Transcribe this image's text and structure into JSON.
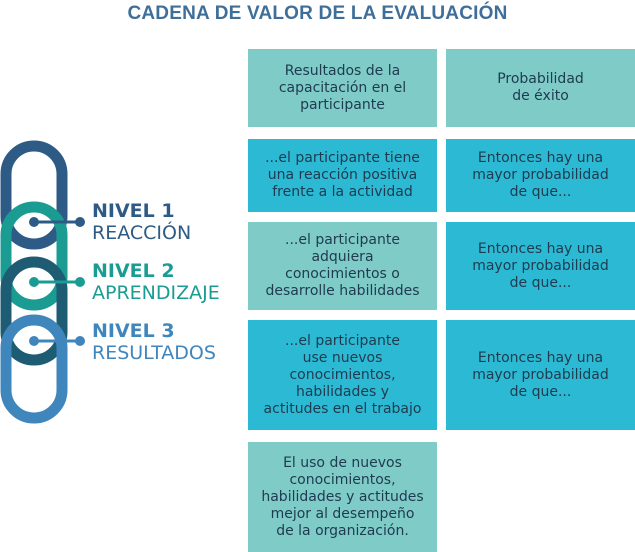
{
  "title": "CADENA DE VALOR DE LA EVALUACIÓN",
  "levels": [
    {
      "num": "NIVEL 1",
      "name": "REACCIÓN"
    },
    {
      "num": "NIVEL 2",
      "name": "APRENDIZAJE"
    },
    {
      "num": "NIVEL 3",
      "name": "RESULTADOS"
    }
  ],
  "colors": {
    "title": "#3f6f99",
    "link_level1": "#2e5b86",
    "link_level2": "#1a9c93",
    "link_dark": "#1e5c73",
    "link_level3": "#3f86bd",
    "box_teal": "#7ecbc8",
    "box_cyan": "#2cb9d4"
  },
  "cells": {
    "r1c1": "Resultados de la\ncapacitación en el\nparticipante",
    "r1c2": "Probabilidad\nde éxito",
    "r2c1": "...el participante tiene\nuna reacción positiva\nfrente a la actividad",
    "r2c2": "Entonces hay una\nmayor probabilidad\nde que...",
    "r3c1": "...el participante\nadquiera\nconocimientos o\ndesarrolle habilidades",
    "r3c2": "Entonces hay una\nmayor probabilidad\nde que...",
    "r4c1": "...el participante\nuse nuevos\nconocimientos,\nhabilidades y\nactitudes en el trabajo",
    "r4c2": "Entonces hay una\nmayor probabilidad\nde que...",
    "r5c1": "El uso de nuevos\nconocimientos,\nhabilidades y actitudes\nmejor al desempeño\nde la organización."
  }
}
